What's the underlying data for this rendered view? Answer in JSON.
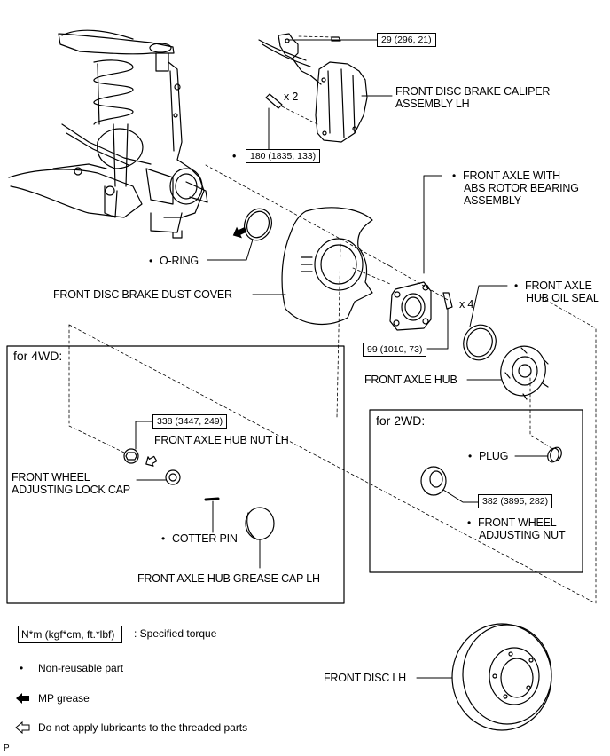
{
  "diagram": {
    "type": "exploded-parts",
    "sheet_marker": "P"
  },
  "torques": {
    "caliper_sensor_bolt": "29 (296, 21)",
    "caliper_bolt": "180 (1835, 133)",
    "bearing_bolt": "99 (1010, 73)",
    "hub_nut_4wd": "338 (3447, 249)",
    "adjusting_nut_2wd": "382 (3895, 282)"
  },
  "quantities": {
    "caliper_bolt": "x 2",
    "bearing_bolt": "x 4"
  },
  "parts": {
    "caliper": [
      "FRONT DISC BRAKE CALIPER",
      "ASSEMBLY LH"
    ],
    "bearing": [
      "FRONT AXLE WITH",
      "ABS ROTOR BEARING",
      "ASSEMBLY"
    ],
    "oil_seal": [
      "FRONT AXLE",
      "HUB OIL SEAL"
    ],
    "o_ring": "O-RING",
    "dust_cover": "FRONT DISC BRAKE DUST COVER",
    "axle_hub": "FRONT AXLE HUB",
    "hub_nut": "FRONT AXLE HUB NUT LH",
    "lock_cap": [
      "FRONT WHEEL",
      "ADJUSTING LOCK CAP"
    ],
    "cotter_pin": "COTTER PIN",
    "grease_cap": "FRONT AXLE HUB GREASE CAP LH",
    "plug": "PLUG",
    "adjusting_nut": [
      "FRONT WHEEL",
      "ADJUSTING NUT"
    ],
    "disc": "FRONT DISC LH"
  },
  "boxes": {
    "four_wd": "for 4WD:",
    "two_wd": "for 2WD:"
  },
  "legend": {
    "torque_box": "N*m (kgf*cm, ft.*lbf)",
    "torque_desc": ": Specified torque",
    "non_reusable": "Non-reusable part",
    "mp_grease": "MP grease",
    "no_lubricant": "Do not apply lubricants to the threaded parts"
  }
}
